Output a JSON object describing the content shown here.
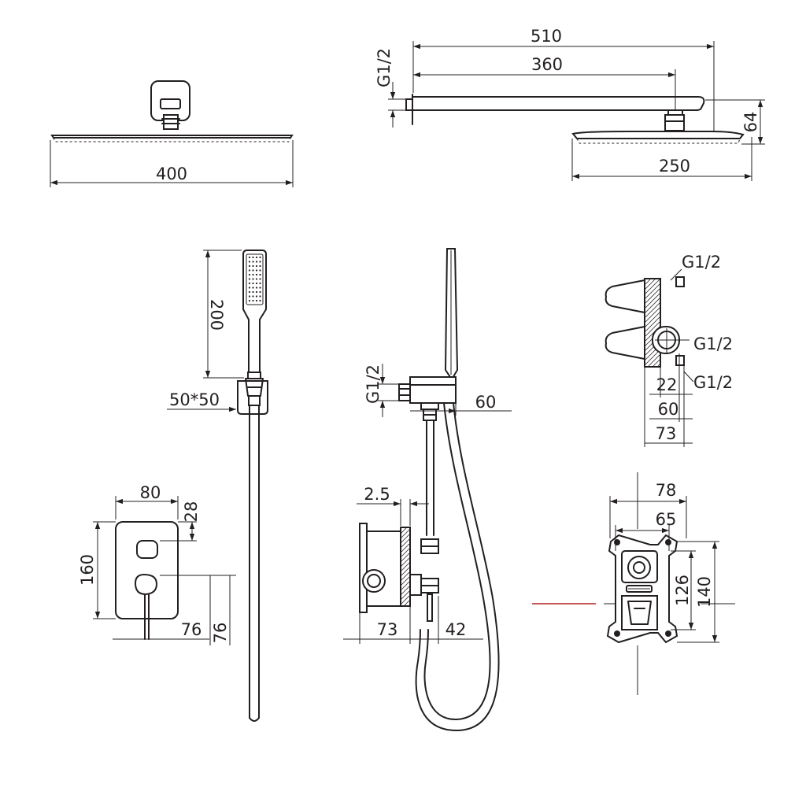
{
  "dimensions": {
    "head_width": "400",
    "arm_length": "510",
    "arm_reach": "360",
    "arm_thread": "G1/2",
    "arm_height": "64",
    "head_depth": "250",
    "hand_length": "200",
    "hand_section": "50*50",
    "holder_thread": "G1/2",
    "holder_depth": "60",
    "plate_width": "80",
    "plate_top_offset": "28",
    "plate_height": "160",
    "handle_offset_x": "76",
    "handle_offset_y": "76",
    "box_wall": "2.5",
    "box_depth": "73",
    "box_front": "42",
    "side_thread_top": "G1/2",
    "side_thread_mid": "G1/2",
    "side_thread_bottom": "G1/2",
    "side_22": "22",
    "side_60": "60",
    "side_73": "73",
    "front_78": "78",
    "front_65": "65",
    "front_126": "126",
    "front_140": "140"
  }
}
